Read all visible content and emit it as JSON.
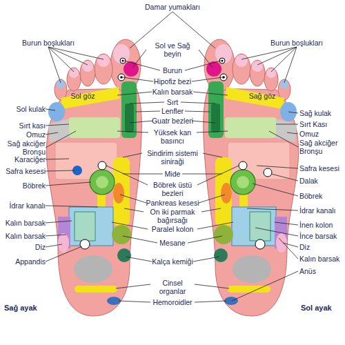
{
  "diagram": {
    "labels": [
      "Damar yumakları",
      "Burun boşlukları",
      "Burun boşlukları",
      "Sol ve Sağ beyin",
      "Burun",
      "Hipofiz bezi",
      "Kalın barsak",
      "Sırt",
      "Lenfler",
      "Guatr bezleri",
      "Yüksek kan basıncı",
      "Sindirim sistemi siniraği",
      "Mide",
      "Böbrek üstü bezleri",
      "Pankreas kesesi",
      "On iki parmak bağırsağı",
      "Paralel kolon",
      "Mesane",
      "Kalça kemiği",
      "Cinsel organlar",
      "Hemoroidler",
      "Sol kulak",
      "Sırt kası",
      "Omuz",
      "Sağ akciğer Bronşu",
      "Karaciğer",
      "Safra kesesi",
      "Böbrek",
      "İdrar kanalı",
      "Kalın barsak",
      "Kalın barsak",
      "Diz",
      "Appandis",
      "Sağ ayak",
      "Sol göz",
      "Sağ göz",
      "Sağ kulak",
      "Sırt Kası",
      "Omuz",
      "Sağ akciğer Bronşu",
      "Safra kesesi",
      "Dalak",
      "Böbrek",
      "İdrar kanalı",
      "İnen kolon",
      "İnce barsak",
      "Diz",
      "Kalın barsak",
      "Anüs",
      "Sol ayak"
    ]
  }
}
